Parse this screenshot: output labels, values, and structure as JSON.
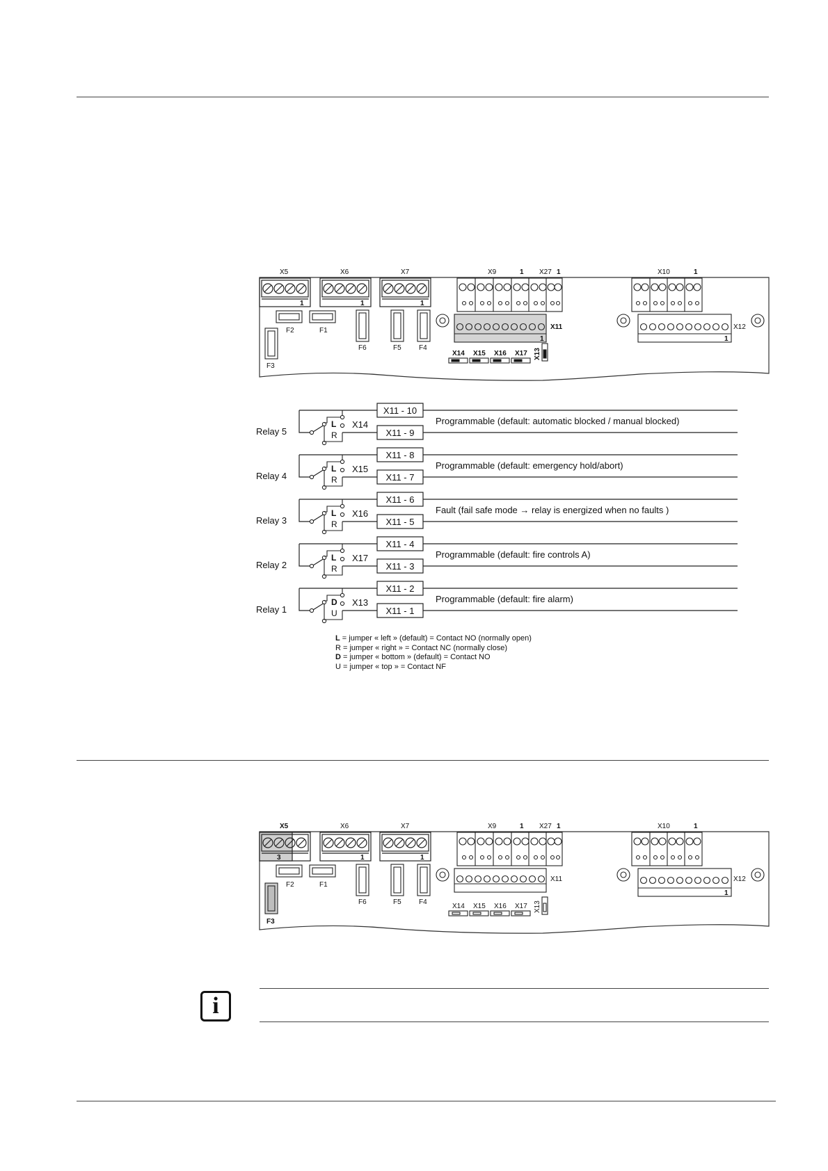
{
  "board_top": {
    "connector_labels": {
      "x5": "X5",
      "x6": "X6",
      "x7": "X7",
      "x9": "X9",
      "x9_pin": "1",
      "x27": "X27",
      "x27_pin": "1",
      "x10": "X10",
      "x10_pin": "1",
      "x11": "X11",
      "x12": "X12"
    },
    "pin_one": "1",
    "fuses": [
      "F2",
      "F1",
      "F6",
      "F5",
      "F4",
      "F3"
    ],
    "jumpers": [
      "X14",
      "X15",
      "X16",
      "X17",
      "X13"
    ]
  },
  "relay_diagram": {
    "relays": [
      {
        "name": "Relay 5",
        "jumper": "X14",
        "top_pos": "L",
        "bottom_pos": "R",
        "term_a": "X11 - 10",
        "term_b": "X11 - 9",
        "description": "Programmable (default: automatic blocked / manual blocked)"
      },
      {
        "name": "Relay 4",
        "jumper": "X15",
        "top_pos": "L",
        "bottom_pos": "R",
        "term_a": "X11 - 8",
        "term_b": "X11 - 7",
        "description": "Programmable (default: emergency hold/abort)"
      },
      {
        "name": "Relay 3",
        "jumper": "X16",
        "top_pos": "L",
        "bottom_pos": "R",
        "term_a": "X11 - 6",
        "term_b": "X11 - 5",
        "description": "Fault (fail safe mode → relay is energized when no faults )"
      },
      {
        "name": "Relay 2",
        "jumper": "X17",
        "top_pos": "L",
        "bottom_pos": "R",
        "term_a": "X11 - 4",
        "term_b": "X11 - 3",
        "description": "Programmable (default: fire controls A)"
      },
      {
        "name": "Relay 1",
        "jumper": "X13",
        "top_pos": "D",
        "bottom_pos": "U",
        "term_a": "X11 - 2",
        "term_b": "X11 - 1",
        "description": "Programmable (default: fire alarm)"
      }
    ],
    "legend": [
      {
        "key": "L",
        "text": " = jumper « left » (default) = Contact NO (normally open)"
      },
      {
        "key": "R",
        "text": " = jumper « right » = Contact NC (normally close)"
      },
      {
        "key": "D",
        "text": " = jumper « bottom » (default) = Contact NO"
      },
      {
        "key": "U",
        "text": " = jumper « top » = Contact NF"
      }
    ]
  },
  "board_bottom": {
    "connector_labels": {
      "x5": "X5",
      "x6": "X6",
      "x7": "X7",
      "x9": "X9",
      "x9_pin": "1",
      "x27": "X27",
      "x27_pin": "1",
      "x10": "X10",
      "x10_pin": "1",
      "x11": "X11",
      "x12": "X12"
    },
    "x5_pin": "3",
    "pin_one": "1",
    "fuses": [
      "F2",
      "F1",
      "F6",
      "F5",
      "F4",
      "F3"
    ],
    "jumpers": [
      "X14",
      "X15",
      "X16",
      "X17",
      "X13"
    ]
  },
  "info_icon": "i"
}
